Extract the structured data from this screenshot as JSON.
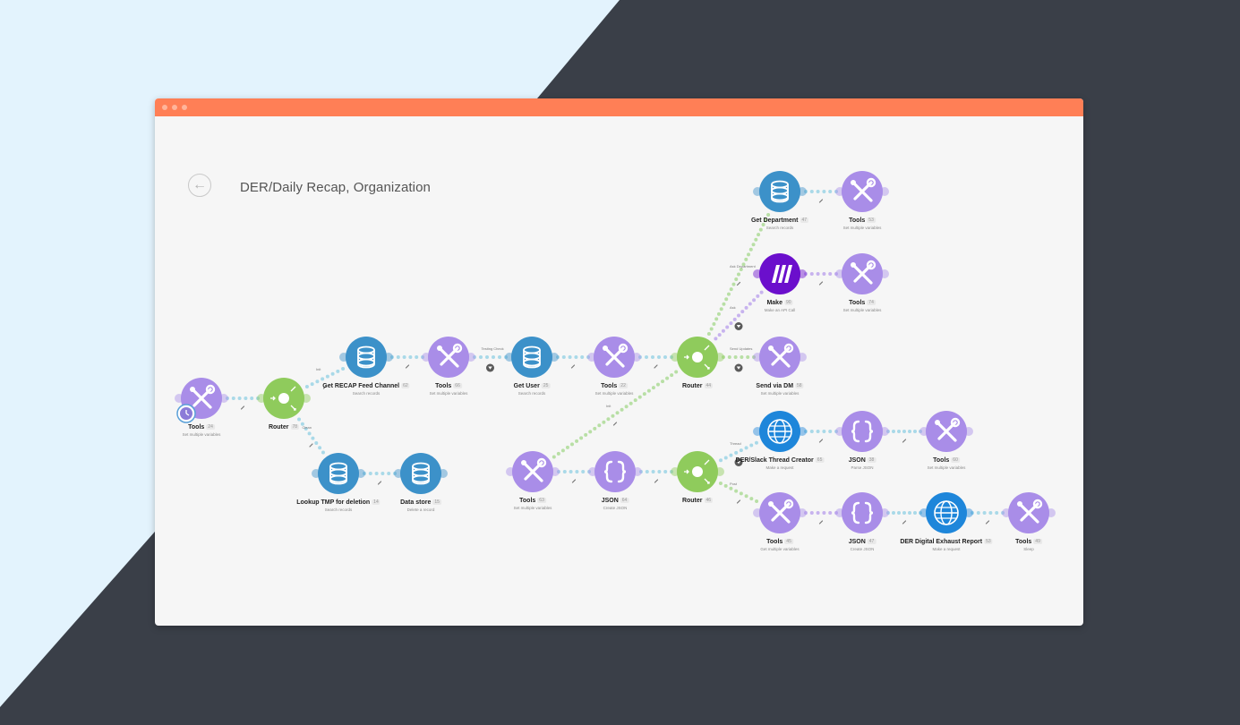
{
  "window": {
    "scenario_title": "DER/Daily Recap, Organization"
  },
  "colors": {
    "bg_light": "#E3F3FD",
    "bg_dark": "#3A3F48",
    "titlebar": "#FF7F56",
    "tools": "#A98DE8",
    "router": "#8FCB5C",
    "datastore": "#3C91C9",
    "json": "#A98DE8",
    "http": "#1E86DA",
    "make": "#6B0FCC"
  },
  "nodes": [
    {
      "id": 1,
      "type": "tools",
      "icon": "wrench-screwdriver-icon",
      "label": "Tools",
      "num": "24",
      "sub": "Set multiple variables",
      "schedule": true
    },
    {
      "id": 2,
      "type": "router",
      "icon": "router-icon",
      "label": "Router",
      "num": "78",
      "sub": ""
    },
    {
      "id": 3,
      "type": "datastore",
      "icon": "database-icon",
      "label": "Get RECAP Feed Channel",
      "num": "62",
      "sub": "Search records"
    },
    {
      "id": 4,
      "type": "tools",
      "icon": "wrench-screwdriver-icon",
      "label": "Tools",
      "num": "66",
      "sub": "Set multiple variables"
    },
    {
      "id": 5,
      "type": "datastore",
      "icon": "database-icon",
      "label": "Get User",
      "num": "25",
      "sub": "Search records"
    },
    {
      "id": 6,
      "type": "tools",
      "icon": "wrench-screwdriver-icon",
      "label": "Tools",
      "num": "22",
      "sub": "Set multiple variables"
    },
    {
      "id": 7,
      "type": "router",
      "icon": "router-icon",
      "label": "Router",
      "num": "44",
      "sub": ""
    },
    {
      "id": 8,
      "type": "datastore",
      "icon": "database-icon",
      "label": "Get Department",
      "num": "47",
      "sub": "Search records"
    },
    {
      "id": 9,
      "type": "tools",
      "icon": "wrench-screwdriver-icon",
      "label": "Tools",
      "num": "53",
      "sub": "Set multiple variables"
    },
    {
      "id": 10,
      "type": "make",
      "icon": "make-logo-icon",
      "label": "Make",
      "num": "90",
      "sub": "Make an API Call"
    },
    {
      "id": 11,
      "type": "tools",
      "icon": "wrench-screwdriver-icon",
      "label": "Tools",
      "num": "74",
      "sub": "Set multiple variables"
    },
    {
      "id": 12,
      "type": "tools",
      "icon": "wrench-screwdriver-icon",
      "label": "Send via DM",
      "num": "58",
      "sub": "Set multiple variables"
    },
    {
      "id": 13,
      "type": "datastore",
      "icon": "database-icon",
      "label": "Lookup TMP for deletion",
      "num": "14",
      "sub": "Search records"
    },
    {
      "id": 14,
      "type": "datastore",
      "icon": "database-icon",
      "label": "Data store",
      "num": "15",
      "sub": "Delete a record"
    },
    {
      "id": 15,
      "type": "tools",
      "icon": "wrench-screwdriver-icon",
      "label": "Tools",
      "num": "63",
      "sub": "Set multiple variables"
    },
    {
      "id": 16,
      "type": "json",
      "icon": "braces-icon",
      "label": "JSON",
      "num": "64",
      "sub": "Create JSON"
    },
    {
      "id": 17,
      "type": "router",
      "icon": "router-icon",
      "label": "Router",
      "num": "46",
      "sub": ""
    },
    {
      "id": 18,
      "type": "http",
      "icon": "globe-icon",
      "label": "DER/Slack Thread Creator",
      "num": "65",
      "sub": "Make a request"
    },
    {
      "id": 19,
      "type": "json",
      "icon": "braces-icon",
      "label": "JSON",
      "num": "38",
      "sub": "Parse JSON"
    },
    {
      "id": 20,
      "type": "tools",
      "icon": "wrench-screwdriver-icon",
      "label": "Tools",
      "num": "60",
      "sub": "Set multiple variables"
    },
    {
      "id": 21,
      "type": "tools",
      "icon": "wrench-screwdriver-icon",
      "label": "Tools",
      "num": "45",
      "sub": "Get multiple variables"
    },
    {
      "id": 22,
      "type": "json",
      "icon": "braces-icon",
      "label": "JSON",
      "num": "47",
      "sub": "Create JSON"
    },
    {
      "id": 23,
      "type": "http",
      "icon": "globe-icon",
      "label": "DER Digital Exhaust Report",
      "num": "53",
      "sub": "Make a request"
    },
    {
      "id": 24,
      "type": "tools",
      "icon": "wrench-screwdriver-icon",
      "label": "Tools",
      "num": "49",
      "sub": "Sleep"
    }
  ],
  "links": [
    {
      "from": 1,
      "to": 2,
      "color": "#A9D9E8"
    },
    {
      "from": 2,
      "to": 3,
      "color": "#A9D9E8",
      "label": "Init"
    },
    {
      "from": 3,
      "to": 4,
      "color": "#A9D9E8"
    },
    {
      "from": 4,
      "to": 5,
      "color": "#A9D9E8",
      "label": "Testing Check",
      "filter": true
    },
    {
      "from": 5,
      "to": 6,
      "color": "#A9D9E8"
    },
    {
      "from": 6,
      "to": 7,
      "color": "#A9D9E8"
    },
    {
      "from": 7,
      "to": 8,
      "color": "#B8DFA5",
      "label": "Ask Department"
    },
    {
      "from": 8,
      "to": 9,
      "color": "#A9D9E8"
    },
    {
      "from": 7,
      "to": 10,
      "color": "#C7B3EE",
      "label": "Ask",
      "filter": true
    },
    {
      "from": 10,
      "to": 11,
      "color": "#C7B3EE"
    },
    {
      "from": 7,
      "to": 12,
      "color": "#B8DFA5",
      "label": "Send Updates",
      "filter": true
    },
    {
      "from": 2,
      "to": 13,
      "color": "#A9D9E8",
      "label": "Clean"
    },
    {
      "from": 13,
      "to": 14,
      "color": "#A9D9E8"
    },
    {
      "from": 15,
      "to": 7,
      "color": "#B8DFA5",
      "label": "Init"
    },
    {
      "from": 15,
      "to": 16,
      "color": "#A9D9E8"
    },
    {
      "from": 16,
      "to": 17,
      "color": "#A9D9E8"
    },
    {
      "from": 17,
      "to": 18,
      "color": "#A9D9E8",
      "label": "Thread",
      "filter": true
    },
    {
      "from": 18,
      "to": 19,
      "color": "#A9D9E8"
    },
    {
      "from": 19,
      "to": 20,
      "color": "#A9D9E8"
    },
    {
      "from": 17,
      "to": 21,
      "color": "#B8DFA5",
      "label": "Post"
    },
    {
      "from": 21,
      "to": 22,
      "color": "#C7B3EE"
    },
    {
      "from": 22,
      "to": 23,
      "color": "#A9D9E8"
    },
    {
      "from": 23,
      "to": 24,
      "color": "#A9D9E8"
    }
  ]
}
